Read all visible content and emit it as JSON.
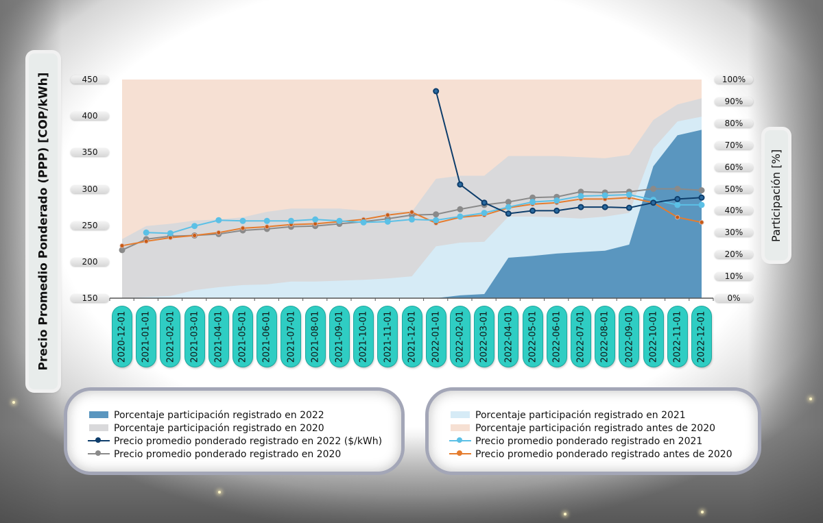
{
  "chart_data": {
    "type": "area+line",
    "ylabel_left": "Precio  Promedio Ponderado (PPP) [COP/kWh]",
    "ylabel_right": "Participación [%]",
    "ylim_left": [
      150,
      450
    ],
    "ylim_right": [
      0,
      100
    ],
    "yticks_left": [
      "450",
      "400",
      "350",
      "300",
      "250",
      "200",
      "150"
    ],
    "yticks_right": [
      "100%",
      "90%",
      "80%",
      "70%",
      "60%",
      "50%",
      "40%",
      "30%",
      "20%",
      "10%",
      "0%"
    ],
    "categories": [
      "2020-12-01",
      "2021-01-01",
      "2021-02-01",
      "2021-03-01",
      "2021-04-01",
      "2021-05-01",
      "2021-06-01",
      "2021-07-01",
      "2021-08-01",
      "2021-09-01",
      "2021-10-01",
      "2021-11-01",
      "2021-12-01",
      "2022-01-01",
      "2022-02-01",
      "2022-03-01",
      "2022-04-01",
      "2022-05-01",
      "2022-06-01",
      "2022-07-01",
      "2022-08-01",
      "2022-09-01",
      "2022-10-01",
      "2022-11-01",
      "2022-12-01"
    ],
    "area_series": [
      {
        "name": "Porcentaje participación registrado en 2022",
        "color": "#5a96bf",
        "values": [
          0,
          0,
          0,
          0,
          0,
          0,
          0,
          0,
          0,
          0,
          0,
          0,
          0,
          0,
          1.3,
          1.9,
          18.5,
          19.3,
          20.4,
          21.1,
          21.7,
          24.5,
          60.3,
          74.5,
          77
        ]
      },
      {
        "name": "Porcentaje participación registrado en 2021",
        "color": "#d6ebf6",
        "values": [
          0,
          0.5,
          1,
          3.7,
          5,
          6,
          6.3,
          7.6,
          7.6,
          8,
          8.4,
          9,
          10,
          23.7,
          24.1,
          23.9,
          18.8,
          18,
          16.6,
          15.3,
          15.6,
          14.5,
          8.1,
          6.3,
          6
        ]
      },
      {
        "name": "Porcentaje participación registrado en 2020",
        "color": "#d9d9db",
        "values": [
          27,
          32.5,
          33,
          31.8,
          31,
          31,
          33.2,
          33.4,
          33.4,
          33,
          31.6,
          31,
          29.5,
          30.9,
          30.6,
          30.2,
          27.7,
          27.7,
          28,
          28.1,
          26.7,
          26.5,
          13.1,
          7.8,
          8.4
        ]
      },
      {
        "name": "Porcentaje participación registrado antes de 2020",
        "color": "#f6e0d3",
        "values": [
          73,
          67,
          66,
          64.5,
          64,
          63,
          60.5,
          59,
          59,
          59,
          60,
          60,
          60.5,
          45.4,
          44,
          44,
          35,
          35,
          35,
          35.5,
          36,
          34.5,
          18.5,
          11.4,
          8.6
        ]
      }
    ],
    "line_series": [
      {
        "name": "Precio promedio ponderado registrado en 2020",
        "color": "#8a8a8a",
        "values": [
          216,
          231,
          235,
          236,
          238,
          243,
          245,
          248,
          249,
          252,
          255,
          259,
          264,
          265,
          272,
          278,
          282,
          288,
          289,
          296,
          295,
          296,
          300,
          300,
          298
        ]
      },
      {
        "name": "Precio promedio ponderado registrado antes de 2020",
        "color": "#e57c2e",
        "values": [
          222,
          228,
          233,
          236,
          240,
          246,
          248,
          251,
          252,
          255,
          258,
          264,
          268,
          253,
          261,
          264,
          274,
          279,
          281,
          286,
          286,
          288,
          281,
          261,
          254
        ]
      },
      {
        "name": "Precio promedio ponderado registrado en 2021",
        "color": "#5bc0e6",
        "values": [
          null,
          240,
          239,
          249,
          257,
          256,
          256,
          256,
          258,
          256,
          254,
          255,
          258,
          257,
          262,
          267,
          275,
          282,
          284,
          290,
          291,
          292,
          285,
          278,
          278
        ]
      },
      {
        "name": "Precio promedio ponderado registrado en 2022 ($/kWh)",
        "color": "#0d3d6b",
        "values": [
          null,
          null,
          null,
          null,
          null,
          null,
          null,
          null,
          null,
          null,
          null,
          null,
          null,
          434,
          306,
          281,
          266,
          270,
          270,
          275,
          275,
          274,
          281,
          286,
          288
        ]
      }
    ],
    "legend_left": [
      "Porcentaje participación registrado en 2022",
      "Porcentaje participación registrado en 2020",
      "Precio promedio ponderado registrado en 2022 ($/kWh)",
      "Precio promedio ponderado registrado en 2020"
    ],
    "legend_right": [
      "Porcentaje participación registrado en 2021",
      "Porcentaje participación registrado antes de 2020",
      "Precio promedio ponderado registrado en 2021",
      "Precio promedio ponderado registrado antes de 2020"
    ]
  }
}
